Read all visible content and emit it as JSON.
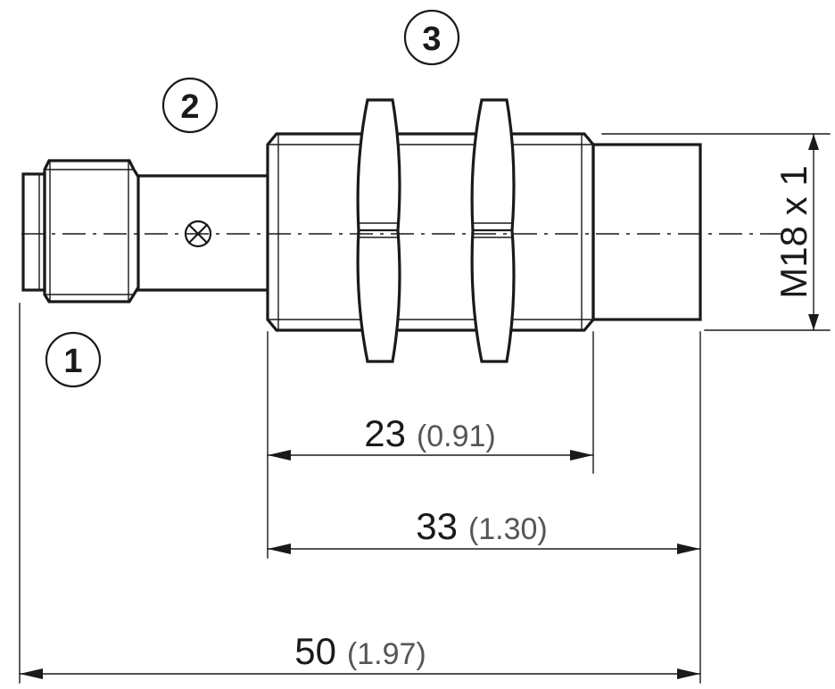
{
  "callouts": [
    {
      "id": "1",
      "label": "1"
    },
    {
      "id": "2",
      "label": "2"
    },
    {
      "id": "3",
      "label": "3"
    }
  ],
  "thread_label": "M18 x 1",
  "dimensions": {
    "d23": {
      "value": "23",
      "inch": "(0.91)"
    },
    "d33": {
      "value": "33",
      "inch": "(1.30)"
    },
    "d50": {
      "value": "50",
      "inch": "(1.97)"
    }
  }
}
